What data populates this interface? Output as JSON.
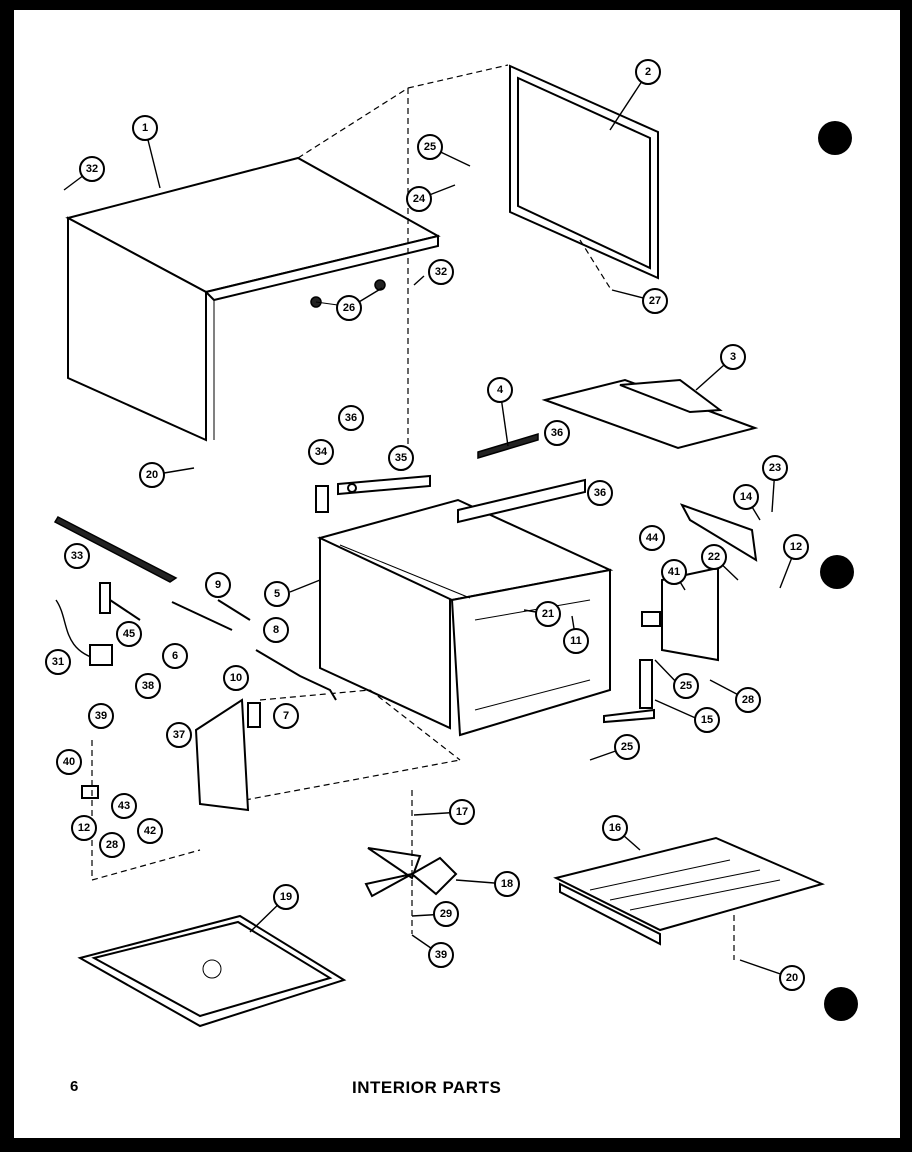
{
  "page": {
    "number": "6",
    "title": "INTERIOR PARTS"
  },
  "callouts": [
    "1",
    "2",
    "3",
    "4",
    "5",
    "6",
    "7",
    "8",
    "9",
    "10",
    "11",
    "12",
    "14",
    "15",
    "16",
    "17",
    "18",
    "19",
    "20",
    "21",
    "22",
    "23",
    "24",
    "25",
    "26",
    "27",
    "28",
    "29",
    "31",
    "32",
    "33",
    "34",
    "35",
    "36",
    "37",
    "38",
    "39",
    "40",
    "41",
    "42",
    "43",
    "44",
    "45"
  ],
  "marks": {
    "binder_holes": 3
  }
}
